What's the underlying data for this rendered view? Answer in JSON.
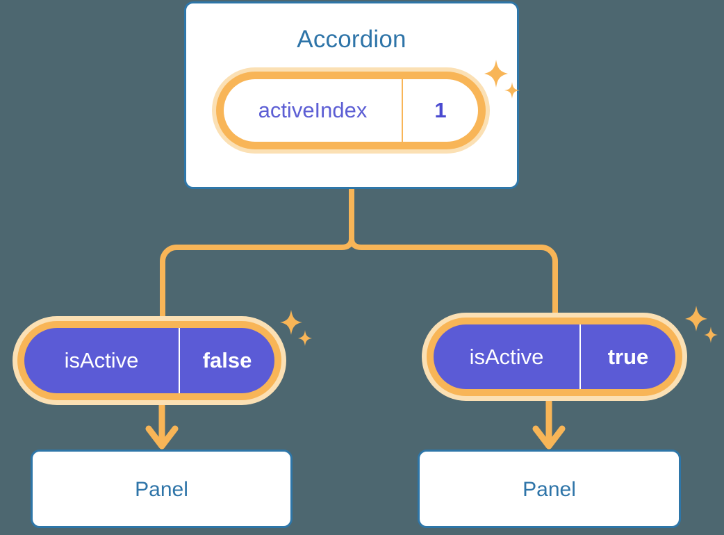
{
  "theme": {
    "background": "#4d6770",
    "card_border": "#2e76a8",
    "card_fill": "#ffffff",
    "title_text": "#2e74a8",
    "accent_orange": "#f8b557",
    "accent_orange_glow": "#fbe0b4",
    "pill_purple": "#5b5bd6",
    "key_text_purple": "#5c5ed4",
    "value_text_white": "#ffffff"
  },
  "parent": {
    "title": "Accordion",
    "state": {
      "key": "activeIndex",
      "value": "1"
    }
  },
  "children": [
    {
      "state": {
        "key": "isActive",
        "value": "false"
      },
      "panel_label": "Panel"
    },
    {
      "state": {
        "key": "isActive",
        "value": "true"
      },
      "panel_label": "Panel"
    }
  ],
  "icons": {
    "sparkle": "sparkle-icon",
    "arrow_down": "arrow-down-icon"
  }
}
